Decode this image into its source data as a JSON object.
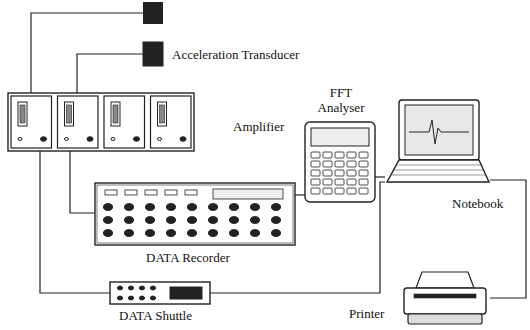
{
  "diagram": {
    "nodes": [
      {
        "text": [
          "Acceleration Transducer"
        ]
      },
      {
        "text": [
          "Amplifier"
        ]
      },
      {
        "text": [
          "DATA Recorder"
        ]
      },
      {
        "text": [
          "FFT Analyser"
        ]
      },
      {
        "text": [
          "Notebook"
        ]
      },
      {
        "text": [
          "DATA Shuttle"
        ]
      },
      {
        "text": [
          "Printer"
        ]
      }
    ],
    "edges": [
      {
        "from": 0,
        "to": 1,
        "arrow": "none"
      },
      {
        "from": 1,
        "to": 2,
        "arrow": "none"
      },
      {
        "from": 1,
        "to": 5,
        "arrow": "none"
      },
      {
        "from": 2,
        "to": 3,
        "arrow": "none"
      },
      {
        "from": 3,
        "to": 4,
        "arrow": "none"
      },
      {
        "from": 5,
        "to": 4,
        "arrow": "none"
      },
      {
        "from": 4,
        "to": 6,
        "arrow": "none"
      }
    ]
  }
}
